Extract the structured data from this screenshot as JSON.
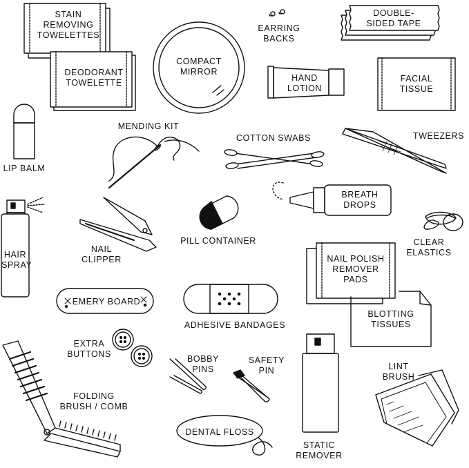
{
  "items": {
    "stain_removing_towelettes": {
      "lines": [
        "STAIN",
        "REMOVING",
        "TOWELETTES"
      ]
    },
    "deodorant_towelette": {
      "lines": [
        "DEODORANT",
        "TOWELETTE"
      ]
    },
    "compact_mirror": {
      "lines": [
        "COMPACT",
        "MIRROR"
      ]
    },
    "earring_backs": {
      "lines": [
        "EARRING",
        "BACKS"
      ]
    },
    "double_sided_tape": {
      "lines": [
        "DOUBLE-",
        "SIDED TAPE"
      ]
    },
    "hand_lotion": {
      "lines": [
        "HAND",
        "LOTION"
      ]
    },
    "facial_tissue": {
      "lines": [
        "FACIAL",
        "TISSUE"
      ]
    },
    "lip_balm": {
      "lines": [
        "LIP BALM"
      ]
    },
    "mending_kit": {
      "lines": [
        "MENDING KIT"
      ]
    },
    "cotton_swabs": {
      "lines": [
        "COTTON SWABS"
      ]
    },
    "tweezers": {
      "lines": [
        "TWEEZERS"
      ]
    },
    "breath_drops": {
      "lines": [
        "BREATH",
        "DROPS"
      ]
    },
    "hair_spray": {
      "lines": [
        "HAIR",
        "SPRAY"
      ]
    },
    "nail_clipper": {
      "lines": [
        "NAIL",
        "CLIPPER"
      ]
    },
    "pill_container": {
      "lines": [
        "PILL CONTAINER"
      ]
    },
    "clear_elastics": {
      "lines": [
        "CLEAR",
        "ELASTICS"
      ]
    },
    "nail_polish_remover_pads": {
      "lines": [
        "NAIL POLISH",
        "REMOVER",
        "PADS"
      ]
    },
    "emery_board": {
      "lines": [
        "EMERY BOARD"
      ]
    },
    "adhesive_bandages": {
      "lines": [
        "ADHESIVE BANDAGES"
      ]
    },
    "blotting_tissues": {
      "lines": [
        "BLOTTING",
        "TISSUES"
      ]
    },
    "extra_buttons": {
      "lines": [
        "EXTRA",
        "BUTTONS"
      ]
    },
    "bobby_pins": {
      "lines": [
        "BOBBY",
        "PINS"
      ]
    },
    "safety_pin": {
      "lines": [
        "SAFETY",
        "PIN"
      ]
    },
    "static_remover": {
      "lines": [
        "STATIC",
        "REMOVER"
      ]
    },
    "lint_brush": {
      "lines": [
        "LINT",
        "BRUSH"
      ]
    },
    "folding_brush_comb": {
      "lines": [
        "FOLDING",
        "BRUSH / COMB"
      ]
    },
    "dental_floss": {
      "lines": [
        "DENTAL FLOSS"
      ]
    }
  },
  "colors": {
    "ink": "#111111",
    "background": "#ffffff"
  }
}
